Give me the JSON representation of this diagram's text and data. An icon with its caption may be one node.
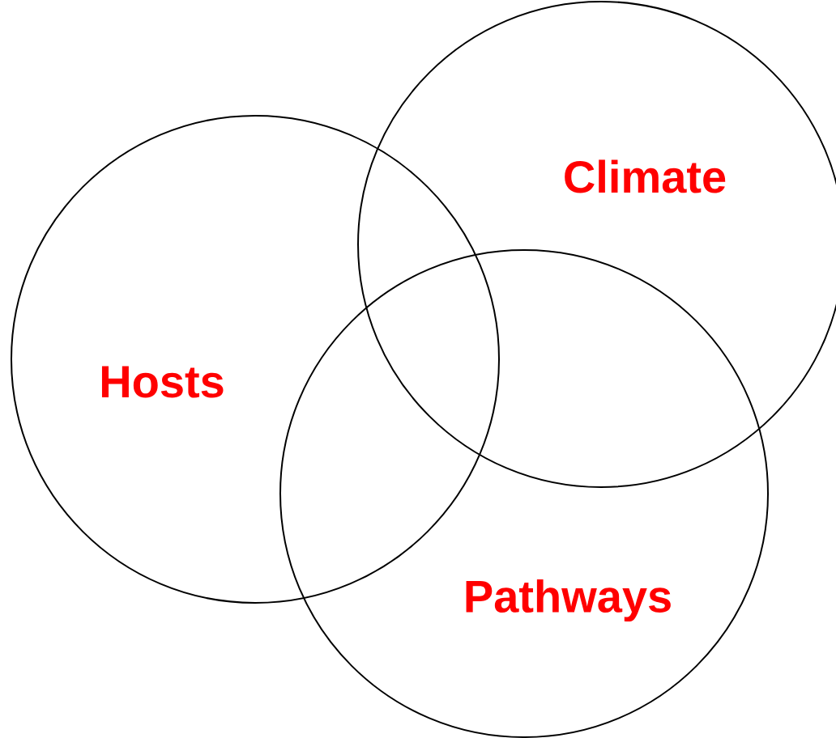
{
  "diagram": {
    "nodes": [
      {
        "text": [
          "Hosts"
        ]
      },
      {
        "text": [
          "Climate"
        ]
      },
      {
        "text": [
          "Pathways"
        ]
      }
    ]
  }
}
